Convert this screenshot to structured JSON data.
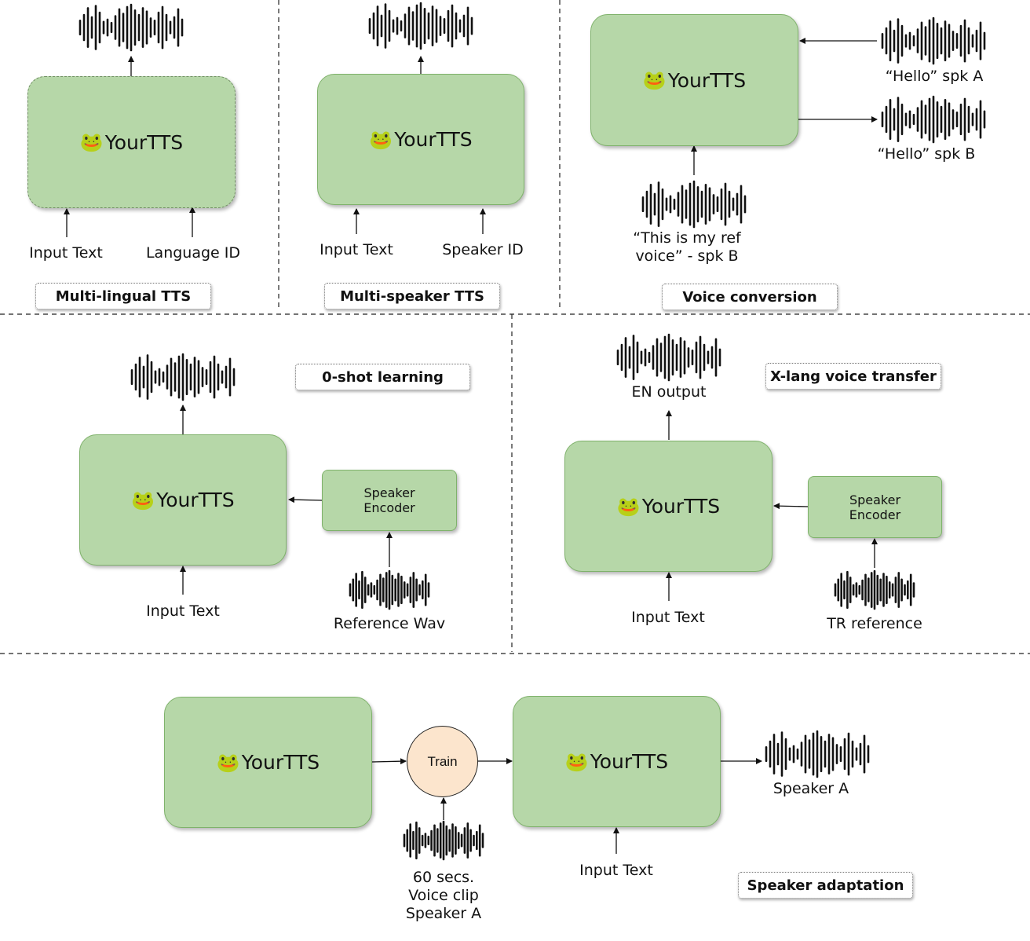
{
  "model_name": "YourTTS",
  "frog_icon": "🐸",
  "panels": {
    "multi_lingual": {
      "title": "Multi-lingual TTS",
      "input_text": "Input Text",
      "language_id": "Language ID"
    },
    "multi_speaker": {
      "title": "Multi-speaker TTS",
      "input_text": "Input Text",
      "speaker_id": "Speaker ID"
    },
    "voice_conversion": {
      "title": "Voice conversion",
      "hello_a": "“Hello” spk A",
      "hello_b": "“Hello” spk B",
      "ref_line1": "“This is my ref",
      "ref_line2": "voice” -  spk B"
    },
    "zero_shot": {
      "title": "0-shot learning",
      "speaker_encoder": "Speaker Encoder",
      "input_text": "Input Text",
      "reference_wav": "Reference Wav"
    },
    "xlang": {
      "title": "X-lang voice transfer",
      "en_output": "EN output",
      "speaker_encoder": "Speaker Encoder",
      "input_text": "Input Text",
      "tr_reference": "TR reference"
    },
    "adaptation": {
      "title": "Speaker adaptation",
      "train": "Train",
      "clip_line1": "60 secs.",
      "clip_line2": "Voice clip",
      "clip_line3": "Speaker A",
      "input_text": "Input Text",
      "speaker_a": "Speaker A"
    }
  },
  "colors": {
    "model_box": "#b6d7a8",
    "model_border": "#7fb26b",
    "train_circle": "#fce5cd",
    "waveform": "#111111"
  }
}
